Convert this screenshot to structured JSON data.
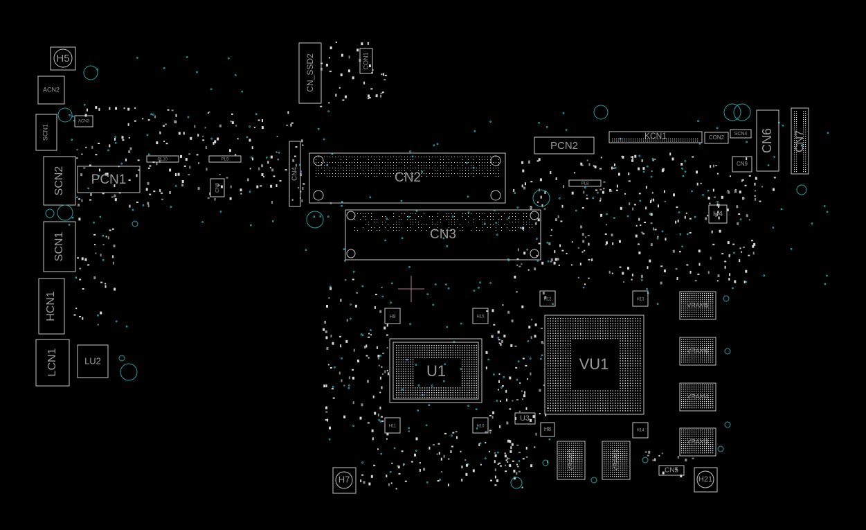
{
  "view": {
    "background": "#000000",
    "outline_color": "#c8c8c8",
    "label_color": "#9a9a9a",
    "via_color": "#1fa3a8",
    "pad_color": "#e0e0e0",
    "crosshair_color": "#b07a8e"
  },
  "labels": {
    "h5": "H5",
    "acn2": "ACN2",
    "scn1_top": "SCN1",
    "acn3": "ACN3",
    "scn2": "SCN2",
    "pcn1": "PCN1",
    "scn1_big": "SCN1",
    "hcn1": "HCN1",
    "lcn1": "LCN1",
    "lu2": "LU2",
    "cn_ssd2": "CN_SSD2",
    "con1": "CON1",
    "cn4": "CN4",
    "cn2": "CN2",
    "cn3": "CN3",
    "pcn2": "PCN2",
    "kcn1": "KCN1",
    "con2": "CON2",
    "scn4": "SCN4",
    "cn6": "CN6",
    "cn7": "CN7",
    "cn9": "CN9",
    "cn8": "CN8",
    "h4": "H4",
    "pl10": "PL10",
    "pl9": "PL9",
    "pl8": "PL8",
    "h9": "H9",
    "h15": "H15",
    "u1": "U1",
    "vu1": "VU1",
    "h12": "H12",
    "h13": "H13",
    "h11": "H11",
    "h10": "H10",
    "h8": "H8",
    "h14": "H14",
    "u3": "U3",
    "h7": "H7",
    "h21": "H21",
    "cn5": "CN5",
    "vram5": "VRAM5",
    "vram6": "VRAM6",
    "vram4": "VRAM4",
    "vram3": "VRAM3",
    "vram2": "VRAM2",
    "vram1": "VRAM1"
  }
}
